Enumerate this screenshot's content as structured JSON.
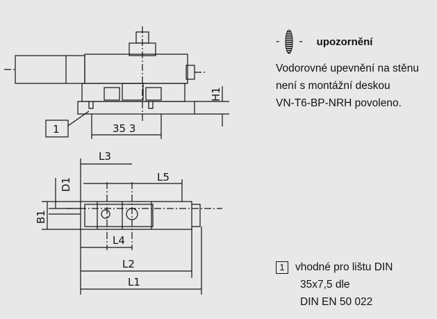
{
  "note": {
    "dash_left": "-",
    "dash_right": "-",
    "icon": "warning-pill-icon",
    "title": "upozornění",
    "lines": [
      "Vodorovné upevnění na stěnu",
      "není s montážní deskou",
      "VN-T6-BP-NRH povoleno."
    ]
  },
  "footnote": {
    "number": "1",
    "lines": [
      "vhodné pro lištu DIN",
      "35x7,5 dle",
      "DIN EN 50 022"
    ]
  },
  "drawing": {
    "callout_number": "1",
    "labels": {
      "dim_35": "35 3",
      "h1": "H1",
      "l3": "L3",
      "l5": "L5",
      "d1": "D1",
      "b1": "B1",
      "l4": "L4",
      "l2": "L2",
      "l1": "L1"
    }
  },
  "colors": {
    "background": "#e8e8e8",
    "line": "#111111"
  }
}
